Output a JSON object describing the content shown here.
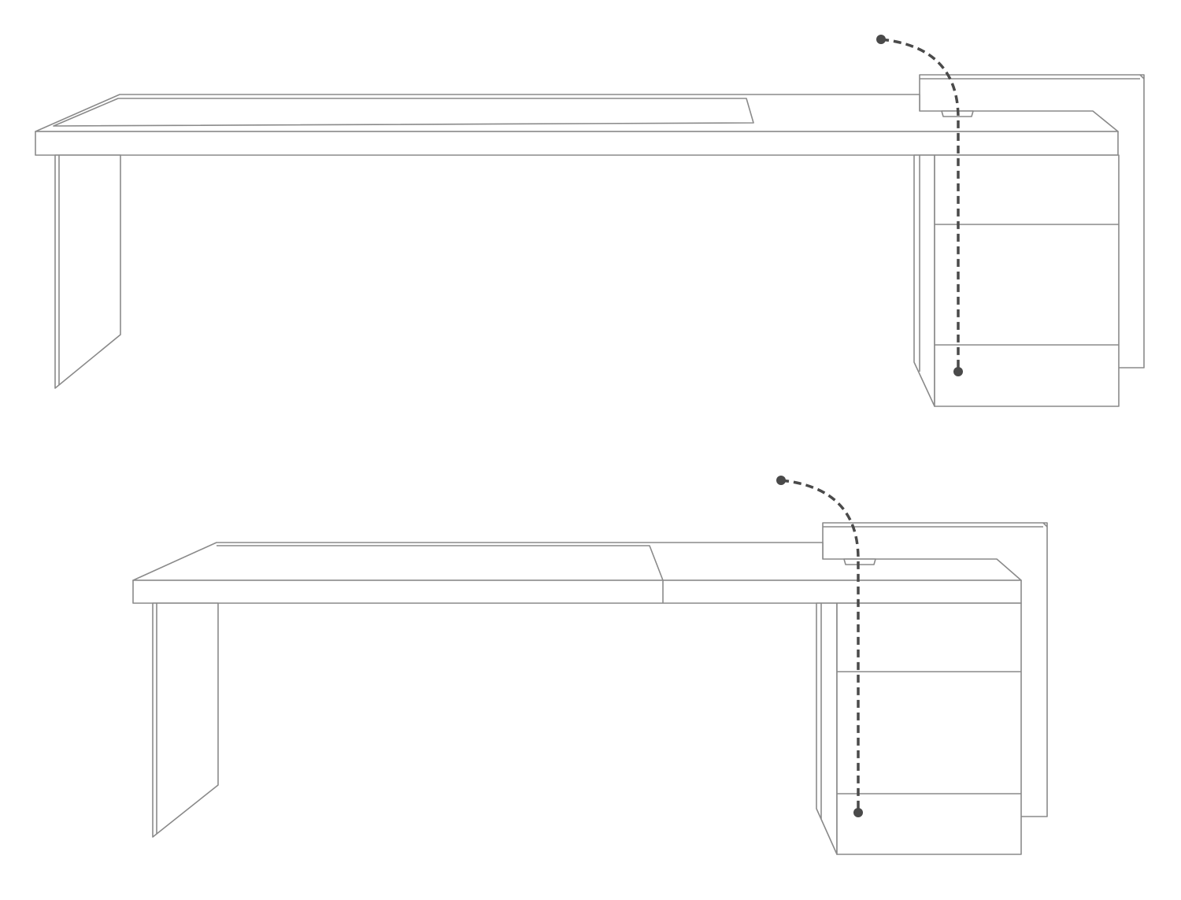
{
  "figure": {
    "description_items": [
      "desk-closed-configuration",
      "desk-extended-configuration"
    ],
    "colors": {
      "line": "#8a8a8a",
      "path": "#4a4a4a",
      "background": "#ffffff"
    },
    "icons": [
      "desk-illustration",
      "dashed-motion-arrow"
    ]
  }
}
